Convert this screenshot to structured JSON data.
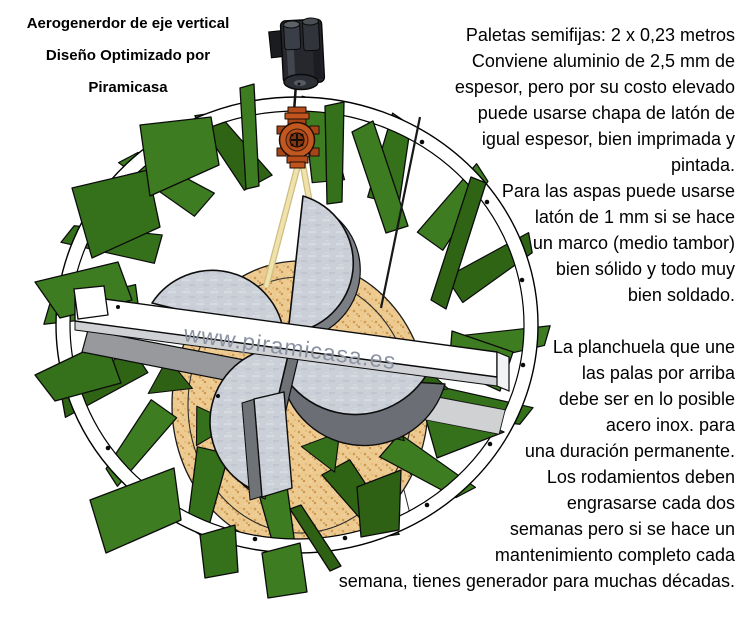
{
  "header": {
    "title_line1": "Aerogenerdor de eje vertical",
    "title_line2": "Diseño Optimizado por Piramicasa"
  },
  "watermark": {
    "text": "www.piramicasa.es"
  },
  "notes": {
    "lines": [
      "Paletas semifijas: 2 x 0,23 metros",
      "Conviene aluminio de 2,5 mm de",
      "espesor, pero por su costo elevado",
      "puede usarse chapa de latón de",
      "igual espesor, bien imprimada y",
      "pintada.",
      "Para las aspas puede usarse",
      "latón de 1 mm si se hace",
      "un marco  (medio tambor)",
      "bien sólido y todo muy",
      "bien soldado.",
      "",
      "La planchuela que une",
      "las palas por arriba",
      "debe ser en lo posible",
      "acero inox. para",
      "una duración permanente.",
      "Los rodamientos deben",
      "engrasarse cada dos",
      "semanas pero si se hace un",
      "mantenimiento completo cada",
      "semana, tienes generador para muchas décadas."
    ]
  },
  "colors": {
    "vane_green": "#3d7c20",
    "vane_green_dark": "#2e6114",
    "base_tan": "#edca90",
    "speckle_orange": "#d09a52",
    "cup_gray": "#cbd0d8",
    "cup_shadow_gray": "#6f7277",
    "hub_orange": "#c2571f",
    "motor_dark": "#26282e",
    "watermark_gray": "#8b93a3",
    "shaft_yellow": "#efe3ab"
  }
}
